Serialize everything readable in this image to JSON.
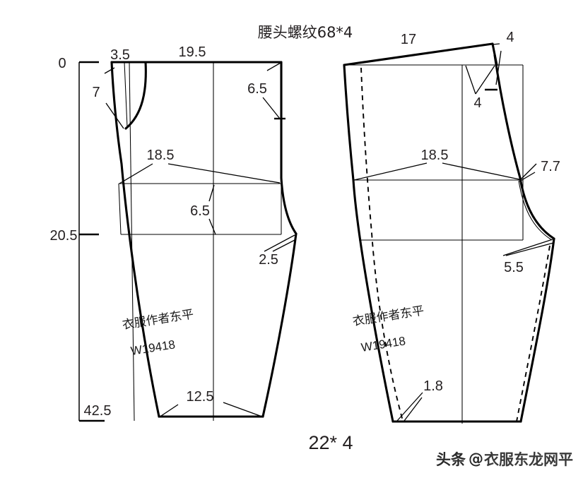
{
  "document": {
    "title_cn": "腰头螺纹68*4",
    "bottom_label": "22* 4"
  },
  "axis": {
    "ticks": [
      {
        "label": "0"
      },
      {
        "label": "20.5"
      },
      {
        "label": "42.5"
      }
    ]
  },
  "left_piece": {
    "name": "front-pattern-piece",
    "labels": {
      "waist_width": "19.5",
      "dart_top": "3.5",
      "rise_left": "7",
      "right_top_seg": "6.5",
      "hip_line": "18.5",
      "center_drop": "6.5",
      "crotch_ext": "2.5",
      "hem_half": "12.5"
    },
    "signature_cn": "衣服作者东平",
    "signature_code": "W19418"
  },
  "right_piece": {
    "name": "back-pattern-piece",
    "labels": {
      "waist_width": "17",
      "corner_rise": "4",
      "dart_depth": "4",
      "hip_line": "18.5",
      "crotch_ext": "7.7",
      "crotch_curve": "5.5",
      "hem_offset": "1.8"
    },
    "signature_cn": "衣服作者东平",
    "signature_code": "W19418"
  },
  "watermark": {
    "brand": "头条",
    "at": "@",
    "user": "衣服东龙网平"
  },
  "colors": {
    "ink": "#000000",
    "text": "#231f20",
    "background": "#ffffff"
  }
}
